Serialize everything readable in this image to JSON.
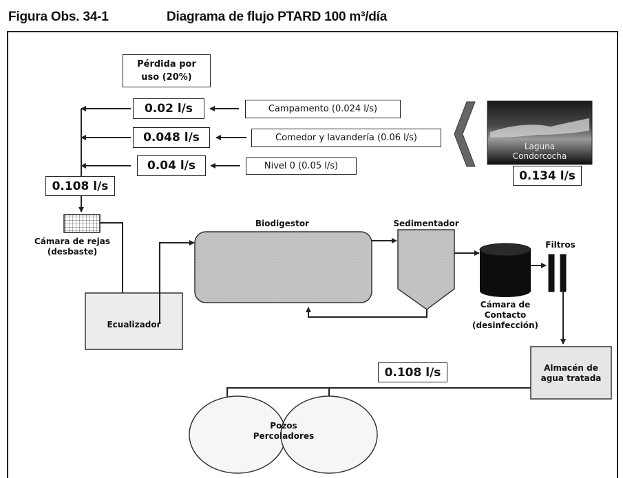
{
  "header": {
    "figure_label": "Figura Obs. 34-1",
    "figure_title": "Diagrama de flujo PTARD 100 m³/día"
  },
  "loss": {
    "label_line1": "Pérdida por",
    "label_line2": "uso (20%)"
  },
  "flows": [
    {
      "value": "0.02 l/s",
      "source": "Campamento (0.024 l/s)"
    },
    {
      "value": "0.048 l/s",
      "source": "Comedor y lavandería (0.06 l/s)"
    },
    {
      "value": "0.04 l/s",
      "source": "Nivel 0 (0.05 l/s)"
    }
  ],
  "total_inflow": "0.108 l/s",
  "lagoon": {
    "name_line1": "Laguna",
    "name_line2": "Condorcocha",
    "flow": "0.134 l/s"
  },
  "units": {
    "screen_line1": "Cámara de rejas",
    "screen_line2": "(desbaste)",
    "equalizer": "Ecualizador",
    "biodigester": "Biodigestor",
    "settler": "Sedimentador",
    "contact_line1": "Cámara de",
    "contact_line2": "Contacto",
    "contact_line3": "(desinfección)",
    "filters": "Filtros",
    "storage_line1": "Almacén de",
    "storage_line2": "agua tratada",
    "wells_line1": "Pozos",
    "wells_line2": "Percoladores"
  },
  "outflow": "0.108 l/s"
}
